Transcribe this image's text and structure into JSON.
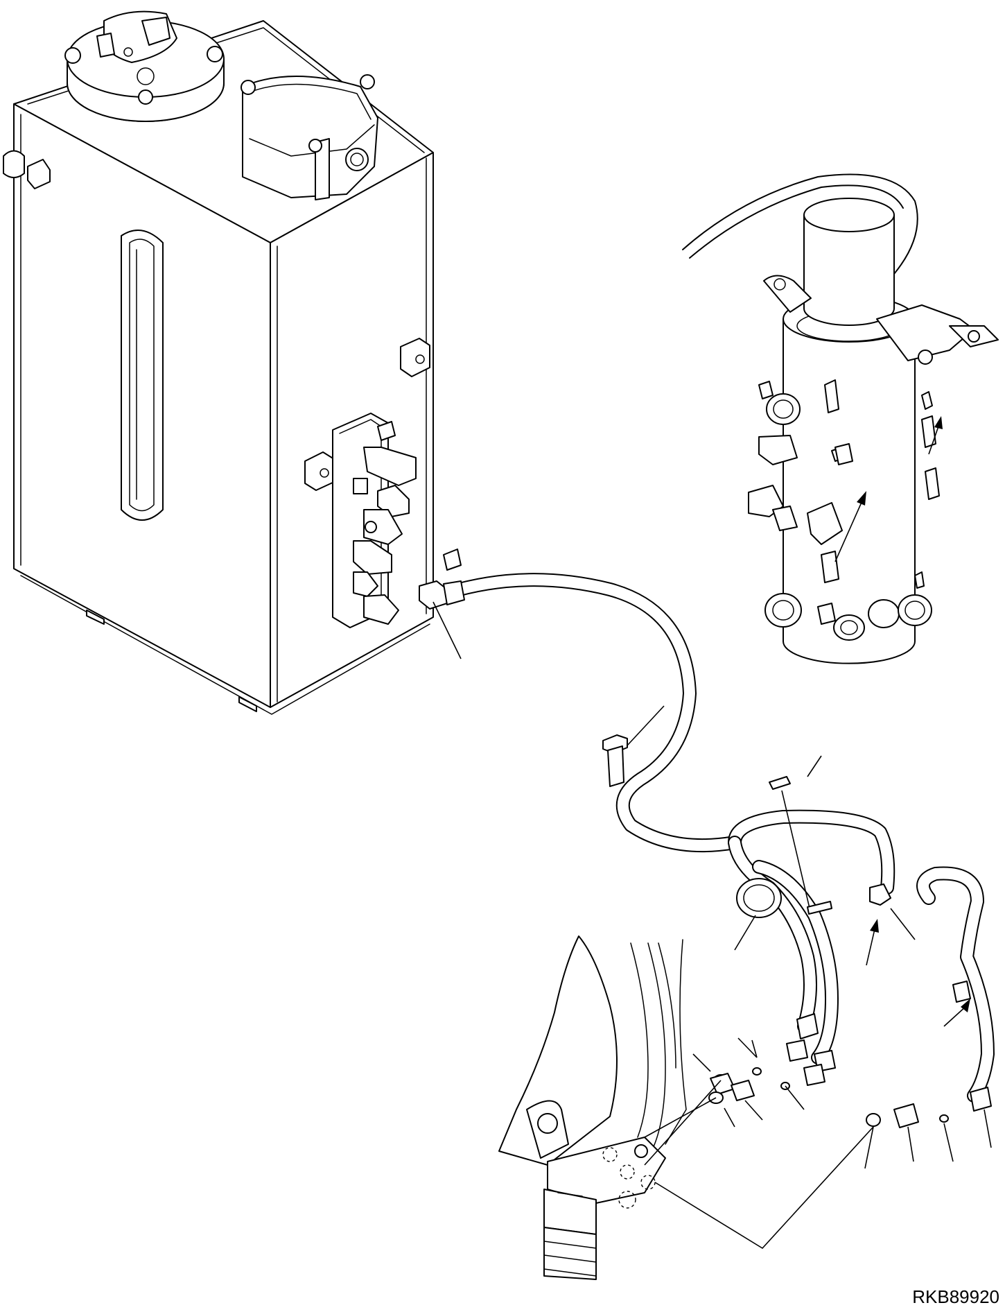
{
  "drawing": {
    "id": "RKB89920"
  },
  "parts": {
    "tank": "hydraulic-tank",
    "swivel": "swivel-joint",
    "hoses": "hydraulic-hoses",
    "control_lever": "control-lever"
  }
}
